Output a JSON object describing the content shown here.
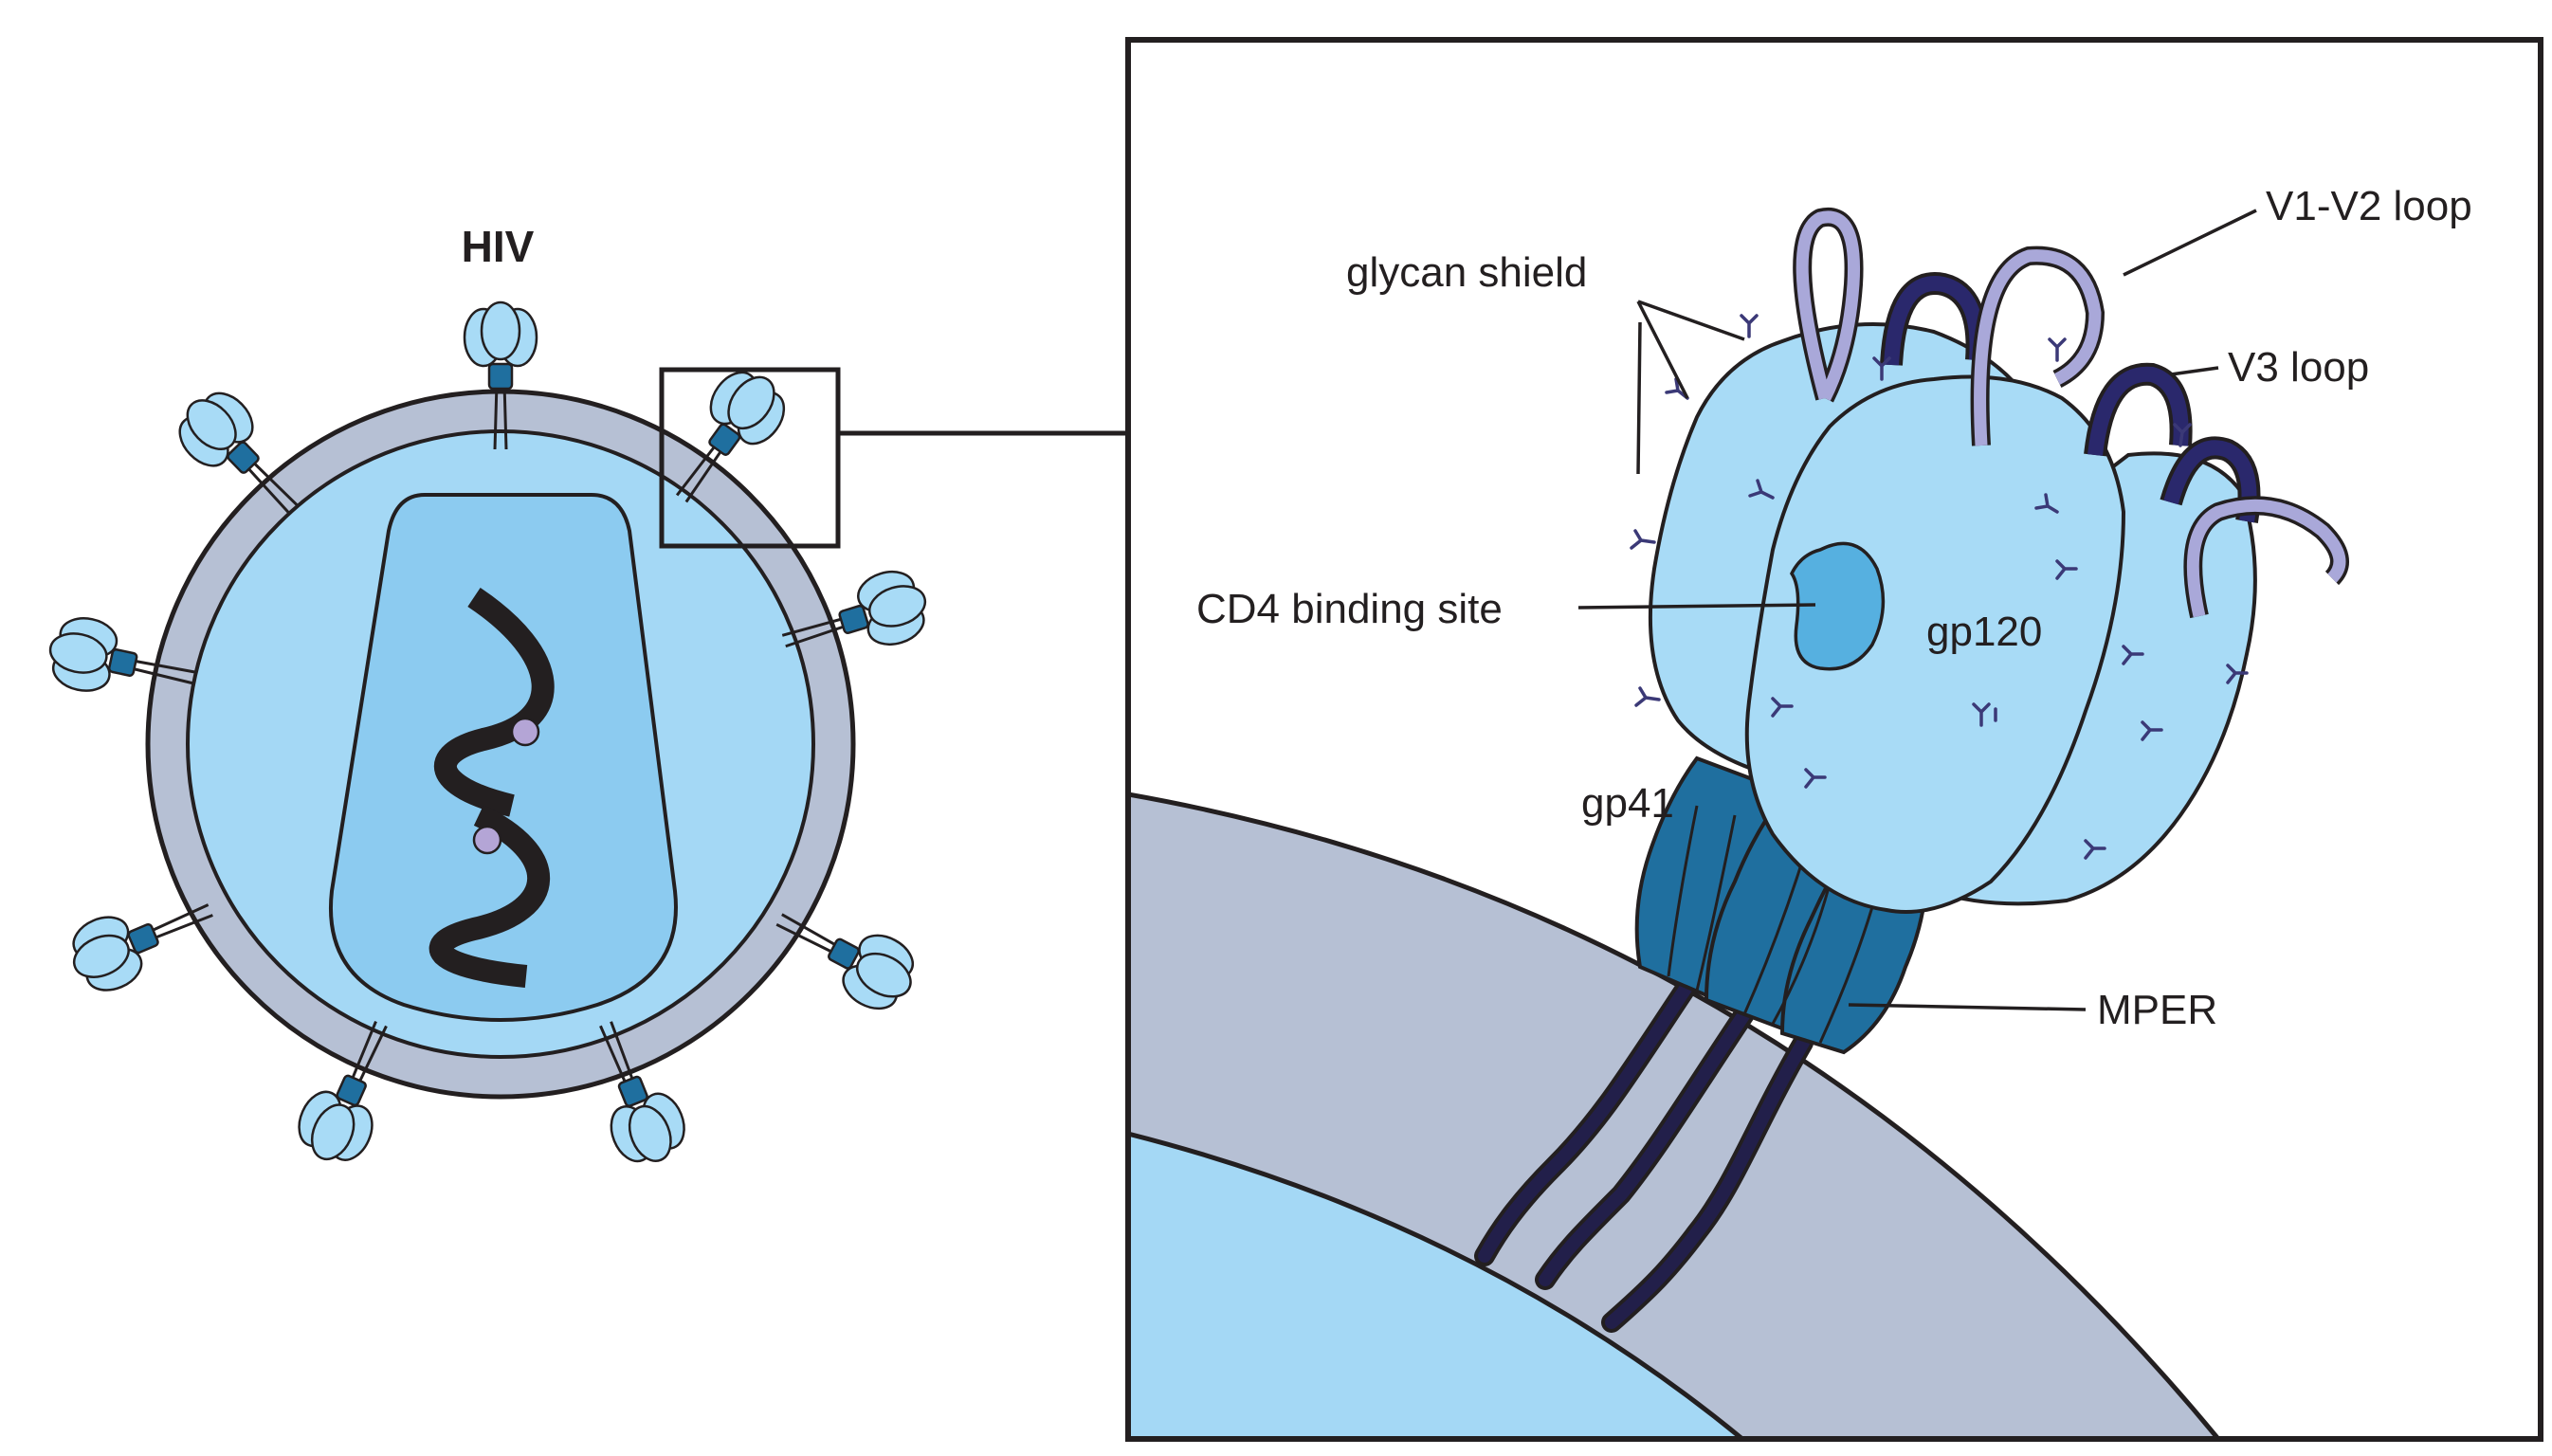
{
  "figure": {
    "virus_title": "HIV",
    "labels": {
      "glycan_shield": "glycan shield",
      "v1v2_loop": "V1-V2 loop",
      "v3_loop": "V3 loop",
      "cd4_binding_site": "CD4 binding site",
      "gp120": "gp120",
      "gp41": "gp41",
      "mper": "MPER"
    },
    "colors": {
      "membrane": "#b6c0d4",
      "virion_interior": "#a4d8f5",
      "capsid": "#8ccbf0",
      "spike_body": "#a8dbf6",
      "cd4_site": "#56b0e0",
      "gp41": "#1f6f9f",
      "transmembrane": "#221f4a",
      "v1v2_loop": "#a9a8d9",
      "v3_loop": "#2a286c",
      "glycan": "#3b3977",
      "rna": "#231f20",
      "outline": "#231f20"
    }
  }
}
